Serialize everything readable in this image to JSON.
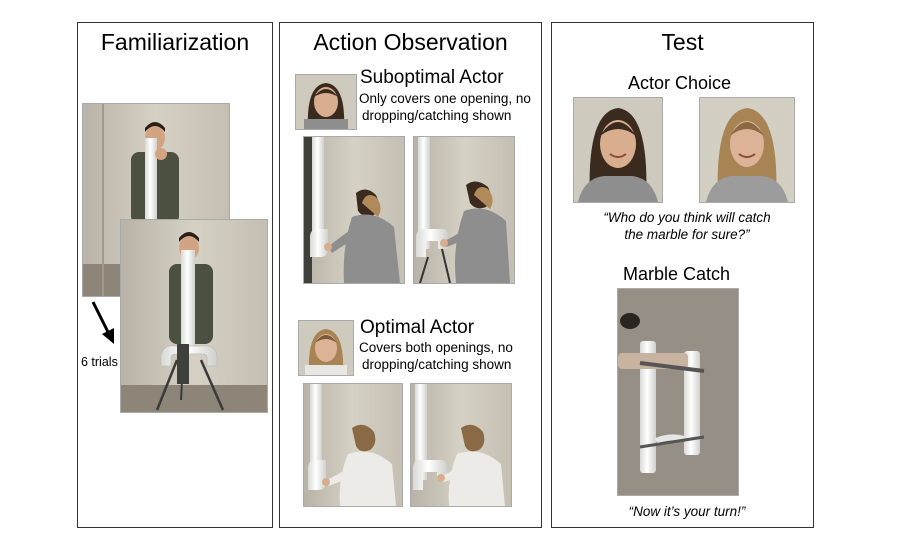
{
  "panels": {
    "familiarization": {
      "title": "Familiarization",
      "trials_label": "6 trials"
    },
    "action_observation": {
      "title": "Action Observation",
      "suboptimal": {
        "title": "Suboptimal Actor",
        "description_line1": "Only covers one opening, no",
        "description_line2": "dropping/catching shown"
      },
      "optimal": {
        "title": "Optimal Actor",
        "description_line1": "Covers both openings, no",
        "description_line2": "dropping/catching shown"
      }
    },
    "test": {
      "title": "Test",
      "actor_choice_title": "Actor Choice",
      "actor_choice_quote_line1": "“Who do you think will catch",
      "actor_choice_quote_line2": "the marble for sure?”",
      "marble_catch_title": "Marble Catch",
      "marble_catch_quote": "“Now it’s your turn!”"
    }
  },
  "colors": {
    "wall": "#cfcabe",
    "wall_dark": "#a9a497",
    "pipe": "#f2f2f0",
    "skin": "#d9ae8f",
    "hair_dark": "#3b2a1e",
    "hair_blonde": "#a88455",
    "sweater_grey": "#8e8e8e",
    "shirt_olive": "#4b5040"
  }
}
